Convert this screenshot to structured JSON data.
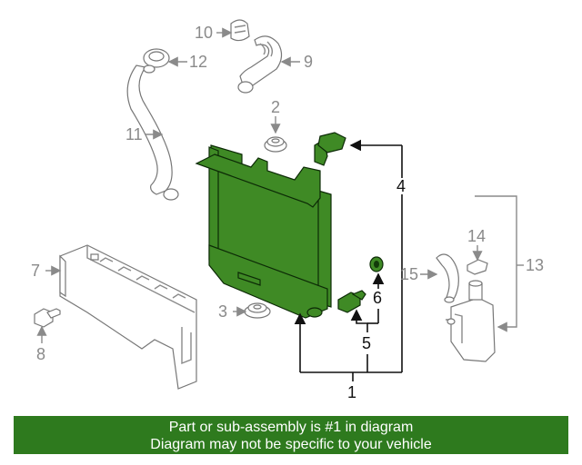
{
  "callouts": {
    "c1": "1",
    "c2": "2",
    "c3": "3",
    "c4": "4",
    "c5": "5",
    "c6": "6",
    "c7": "7",
    "c8": "8",
    "c9": "9",
    "c10": "10",
    "c11": "11",
    "c12": "12",
    "c13": "13",
    "c14": "14",
    "c15": "15"
  },
  "banner": {
    "line1": "Part or sub-assembly is #1 in diagram",
    "line2": "Diagram may not be specific to your vehicle"
  },
  "colors": {
    "highlight_part": "#3f8a25",
    "banner_background": "#2e7a1e",
    "banner_text": "#ffffff",
    "other_parts": "#8a8a8a"
  }
}
